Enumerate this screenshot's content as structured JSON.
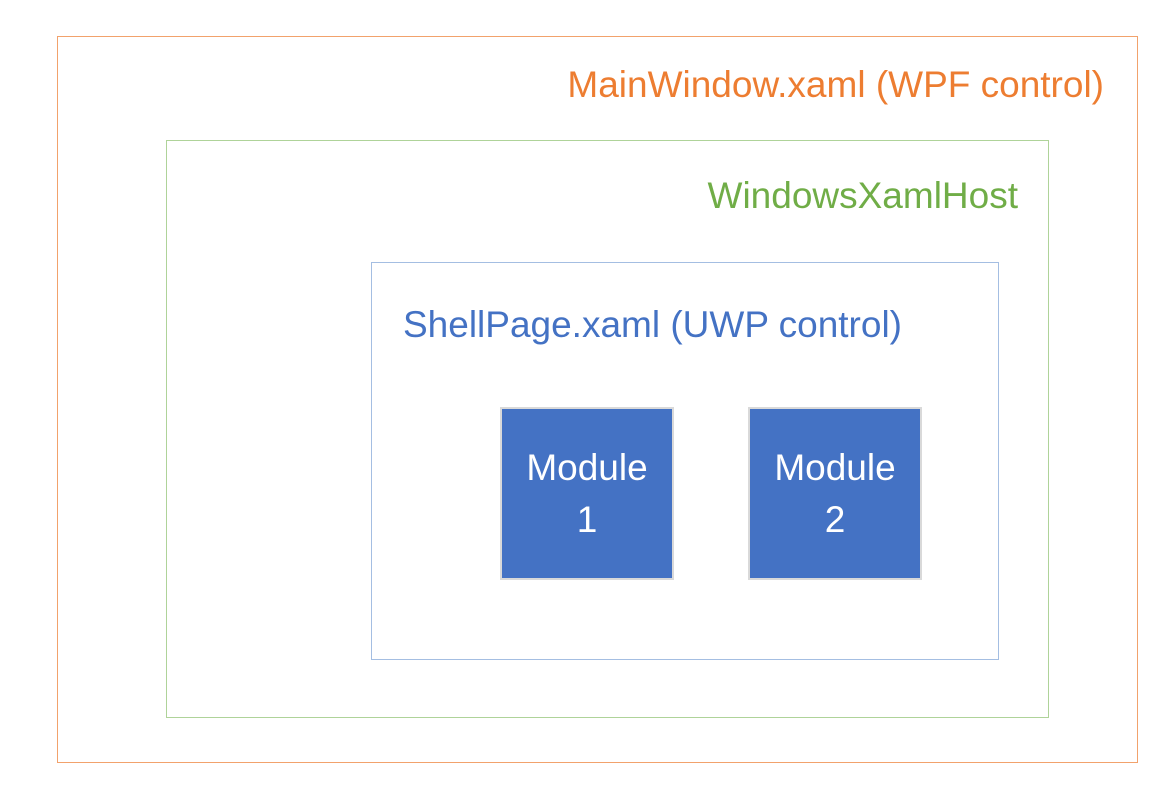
{
  "diagram": {
    "title": "XAML Islands nested hosting diagram",
    "boxes": {
      "main_window": {
        "label": "MainWindow.xaml (WPF control)"
      },
      "xaml_host": {
        "label": "WindowsXamlHost"
      },
      "shell_page": {
        "label": "ShellPage.xaml (UWP control)"
      }
    },
    "modules": [
      {
        "lines": [
          "Module",
          "1"
        ]
      },
      {
        "lines": [
          "Module",
          "2"
        ]
      }
    ],
    "colors": {
      "main_window_text": "#ED7D31",
      "main_window_border": "#F2A26C",
      "xaml_host_text": "#70AD47",
      "xaml_host_border": "#AFD399",
      "shell_page_text": "#4472C4",
      "shell_page_border": "#A4BEE2",
      "module_fill": "#4472C4",
      "module_border": "#D9D9D9",
      "module_text": "#FFFFFF",
      "background": "#FFFFFF"
    }
  }
}
